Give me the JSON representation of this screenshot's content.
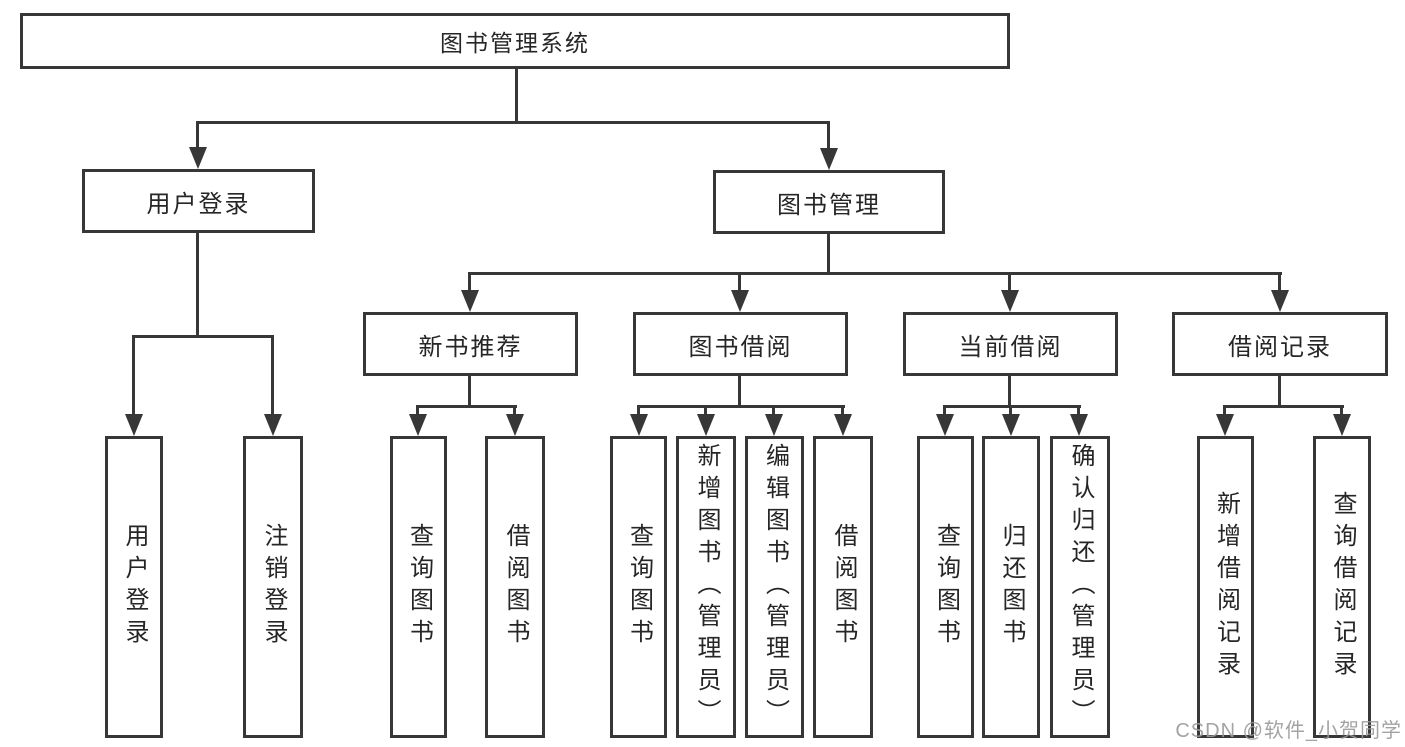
{
  "diagram": {
    "tree": {
      "label": "图书管理系统",
      "children": [
        {
          "label": "用户登录",
          "children": [
            {
              "label": "用户登录"
            },
            {
              "label": "注销登录"
            }
          ]
        },
        {
          "label": "图书管理",
          "children": [
            {
              "label": "新书推荐",
              "children": [
                {
                  "label": "查询图书"
                },
                {
                  "label": "借阅图书"
                }
              ]
            },
            {
              "label": "图书借阅",
              "children": [
                {
                  "label": "查询图书"
                },
                {
                  "label": "新增图书（管理员）"
                },
                {
                  "label": "编辑图书（管理员）"
                },
                {
                  "label": "借阅图书"
                }
              ]
            },
            {
              "label": "当前借阅",
              "children": [
                {
                  "label": "查询图书"
                },
                {
                  "label": "归还图书"
                },
                {
                  "label": "确认归还（管理员）"
                }
              ]
            },
            {
              "label": "借阅记录",
              "children": [
                {
                  "label": "新增借阅记录"
                },
                {
                  "label": "查询借阅记录"
                }
              ]
            }
          ]
        }
      ]
    },
    "watermark": "CSDN @软件_小贺同学",
    "colors": {
      "line": "#373737",
      "text": "#262626",
      "watermark": "#9a9a9a",
      "background": "#ffffff"
    }
  }
}
